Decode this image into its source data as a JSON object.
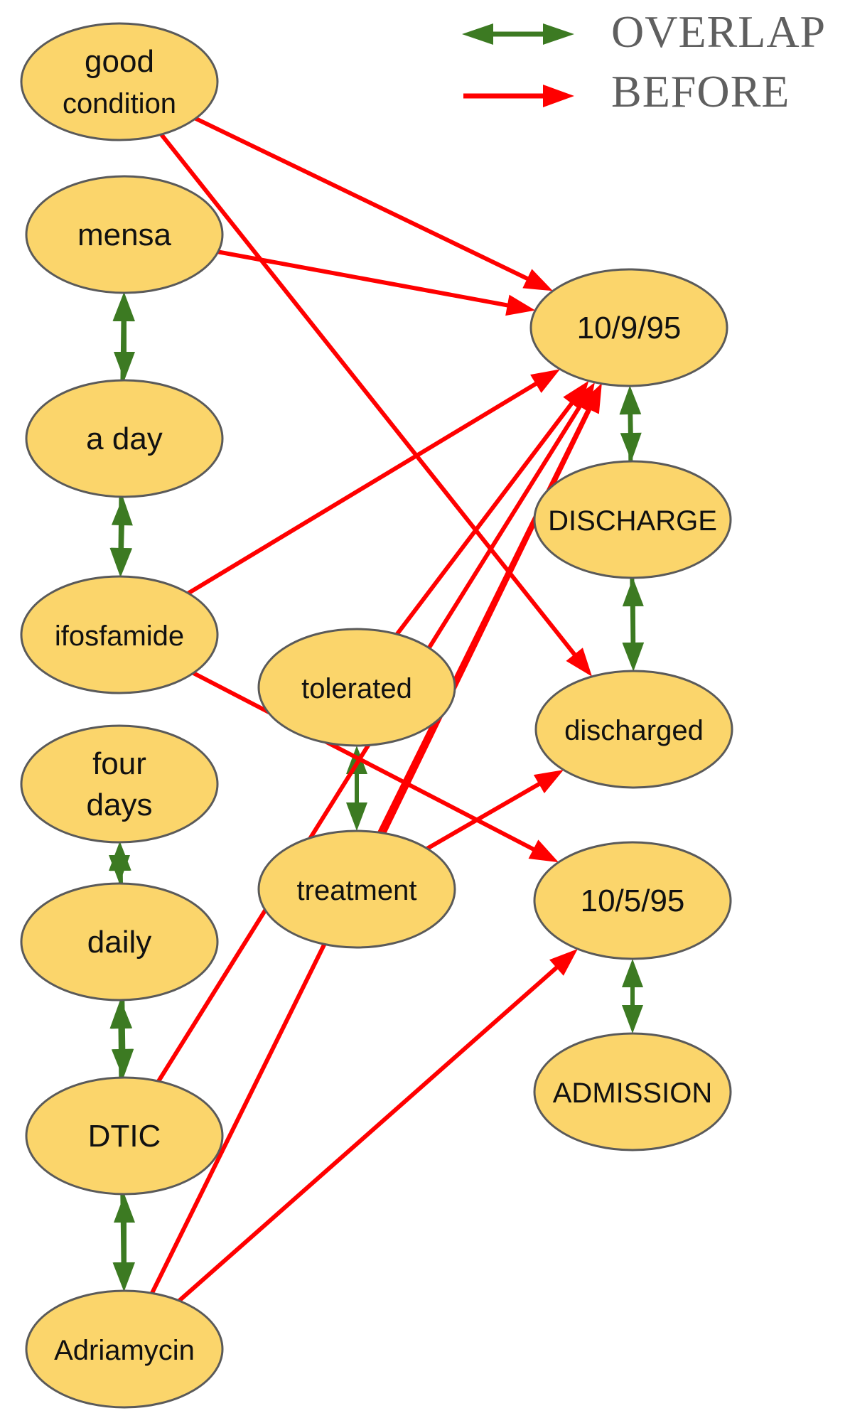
{
  "colors": {
    "node_fill": "#fbd56b",
    "node_stroke": "#5a5a5a",
    "overlap": "#3c7a22",
    "before": "#ff0000",
    "legend_text": "#5f5f5f"
  },
  "legend": {
    "overlap_label": "OVERLAP",
    "before_label": "BEFORE"
  },
  "nodes": [
    {
      "id": "good_condition",
      "lines": [
        "good",
        "condition"
      ]
    },
    {
      "id": "mensa",
      "lines": [
        "mensa"
      ]
    },
    {
      "id": "a_day",
      "lines": [
        "a day"
      ]
    },
    {
      "id": "ifosfamide",
      "lines": [
        "ifosfamide"
      ]
    },
    {
      "id": "four_days",
      "lines": [
        "four",
        "days"
      ]
    },
    {
      "id": "daily",
      "lines": [
        "daily"
      ]
    },
    {
      "id": "dtic",
      "lines": [
        "DTIC"
      ]
    },
    {
      "id": "adriamycin",
      "lines": [
        "Adriamycin"
      ]
    },
    {
      "id": "tolerated",
      "lines": [
        "tolerated"
      ]
    },
    {
      "id": "treatment",
      "lines": [
        "treatment"
      ]
    },
    {
      "id": "date_10_9_95",
      "lines": [
        "10/9/95"
      ]
    },
    {
      "id": "discharge_upper",
      "lines": [
        "DISCHARGE"
      ]
    },
    {
      "id": "discharged",
      "lines": [
        "discharged"
      ]
    },
    {
      "id": "date_10_5_95",
      "lines": [
        "10/5/95"
      ]
    },
    {
      "id": "admission",
      "lines": [
        "ADMISSION"
      ]
    }
  ],
  "edges": {
    "overlap": [
      [
        "mensa",
        "a_day"
      ],
      [
        "mensa",
        "ifosfamide"
      ],
      [
        "a_day",
        "ifosfamide"
      ],
      [
        "four_days",
        "daily"
      ],
      [
        "four_days",
        "dtic"
      ],
      [
        "daily",
        "dtic"
      ],
      [
        "daily",
        "adriamycin"
      ],
      [
        "dtic",
        "adriamycin"
      ],
      [
        "tolerated",
        "treatment"
      ],
      [
        "date_10_9_95",
        "discharge_upper"
      ],
      [
        "date_10_9_95",
        "discharged"
      ],
      [
        "discharge_upper",
        "discharged"
      ],
      [
        "date_10_5_95",
        "admission"
      ]
    ],
    "before": [
      [
        "good_condition",
        "date_10_9_95"
      ],
      [
        "good_condition",
        "discharged"
      ],
      [
        "mensa",
        "date_10_9_95"
      ],
      [
        "ifosfamide",
        "date_10_9_95"
      ],
      [
        "ifosfamide",
        "date_10_5_95"
      ],
      [
        "tolerated",
        "date_10_9_95"
      ],
      [
        "treatment",
        "date_10_9_95"
      ],
      [
        "treatment",
        "discharged"
      ],
      [
        "dtic",
        "date_10_9_95"
      ],
      [
        "adriamycin",
        "date_10_9_95"
      ],
      [
        "adriamycin",
        "date_10_5_95"
      ]
    ]
  }
}
